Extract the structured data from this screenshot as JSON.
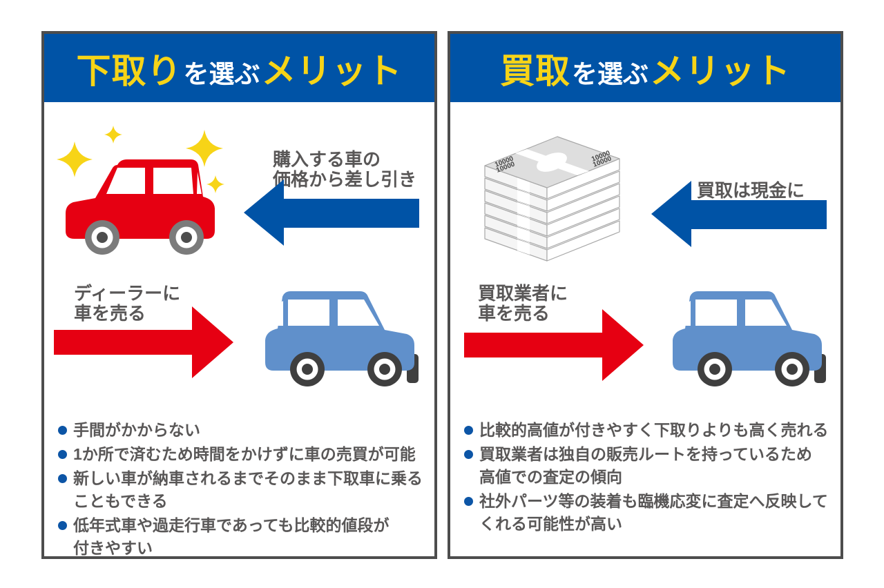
{
  "colors": {
    "panel_border": "#4d4d4d",
    "header_blue": "#0053a6",
    "accent_yellow": "#f7d417",
    "arrow_blue": "#0053a6",
    "arrow_red": "#e60012",
    "text_gray": "#595757",
    "bullet_blue": "#0c55a6",
    "car_red": "#e60012",
    "car_blue": "#6090cb"
  },
  "panels": [
    {
      "header": {
        "keyword": "下取り",
        "connector": "を選ぶ",
        "merit": "メリット"
      },
      "illustrations": {
        "top": "sparkling-red-car",
        "bottom": "blue-car"
      },
      "top_arrow": {
        "direction": "left",
        "color": "blue",
        "label": "購入する車の\n価格から差し引き"
      },
      "bottom_arrow": {
        "direction": "right",
        "color": "red",
        "label": "ディーラーに\n車を売る"
      },
      "bullets": [
        "手間がかからない",
        "1か所で済むため時間をかけずに車の売買が可能",
        "新しい車が納車されるまでそのまま下取車に乗る\nこともできる",
        "低年式車や過走行車であっても比較的値段が\n付きやすい"
      ]
    },
    {
      "header": {
        "keyword": "買取",
        "connector": "を選ぶ",
        "merit": "メリット"
      },
      "illustrations": {
        "top": "money-stack",
        "bottom": "blue-car"
      },
      "money_stack_label": "10000",
      "top_arrow": {
        "direction": "left",
        "color": "blue",
        "label": "買取は現金に"
      },
      "bottom_arrow": {
        "direction": "right",
        "color": "red",
        "label": "買取業者に\n車を売る"
      },
      "bullets": [
        "比較的高値が付きやすく下取りよりも高く売れる",
        "買取業者は独自の販売ルートを持っているため\n高値での査定の傾向",
        "社外パーツ等の装着も臨機応変に査定へ反映して\nくれる可能性が高い"
      ]
    }
  ]
}
